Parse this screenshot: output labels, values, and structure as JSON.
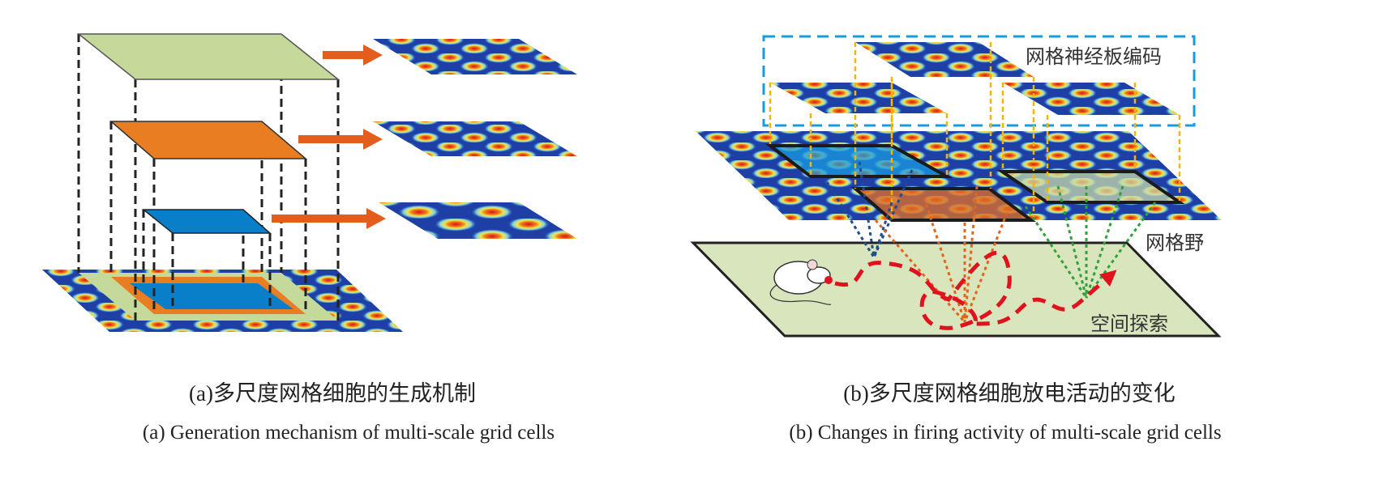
{
  "panel_a": {
    "caption_cn": "(a)多尺度网格细胞的生成机制",
    "caption_en": "(a) Generation mechanism of multi-scale grid cells",
    "colors": {
      "large_scale": "#c5d99a",
      "mid_scale": "#e87d22",
      "small_scale": "#0a7fc9",
      "arrow": "#e35e1c"
    }
  },
  "panel_b": {
    "label_neural_sheet": "网格神经板编码",
    "label_grid_field": "网格野",
    "label_space_exploration": "空间探索",
    "caption_cn": "(b)多尺度网格细胞放电活动的变化",
    "caption_en": "(b) Changes in firing activity of multi-scale grid cells",
    "colors": {
      "box": "#1a9be0",
      "projection": "#f4b400",
      "path": "#e0121d",
      "floor": "#d9e6bd"
    }
  }
}
